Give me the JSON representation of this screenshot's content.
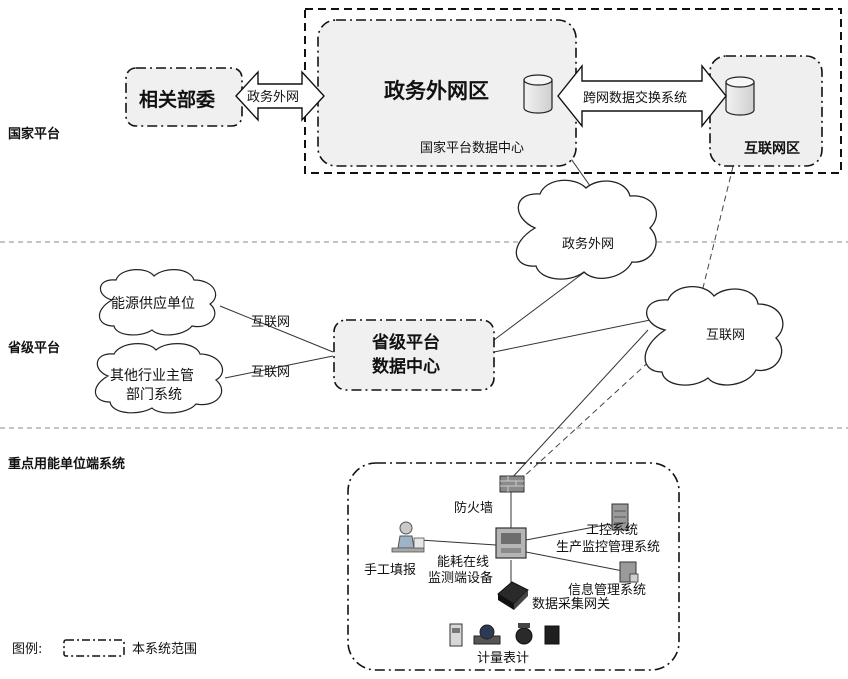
{
  "tiers": {
    "national": "国家平台",
    "provincial": "省级平台",
    "enterprise": "重点用能单位端系统"
  },
  "national": {
    "ministries": "相关部委",
    "gov_extranet_zone": "政务外网区",
    "gov_net_link": "政务外网",
    "exchange_system": "跨网数据交换系统",
    "internet_zone": "互联网区",
    "data_center": "国家平台数据中心"
  },
  "networks": {
    "gov_extranet_cloud": "政务外网",
    "internet_cloud": "互联网"
  },
  "provincial": {
    "center_line1": "省级平台",
    "center_line2": "数据中心",
    "energy_supplier": "能源供应单位",
    "other_dept_line1": "其他行业主管",
    "other_dept_line2": "部门系统",
    "link_internet_1": "互联网",
    "link_internet_2": "互联网"
  },
  "enterprise": {
    "firewall": "防火墙",
    "monitor_line1": "能耗在线",
    "monitor_line2": "监测端设备",
    "manual_entry": "手工填报",
    "ics_line1": "工控系统",
    "ics_line2": "生产监控管理系统",
    "info_mgmt": "信息管理系统",
    "gateway": "数据采集网关",
    "meters": "计量表计"
  },
  "legend": {
    "label": "图例:",
    "scope": "本系统范围"
  }
}
